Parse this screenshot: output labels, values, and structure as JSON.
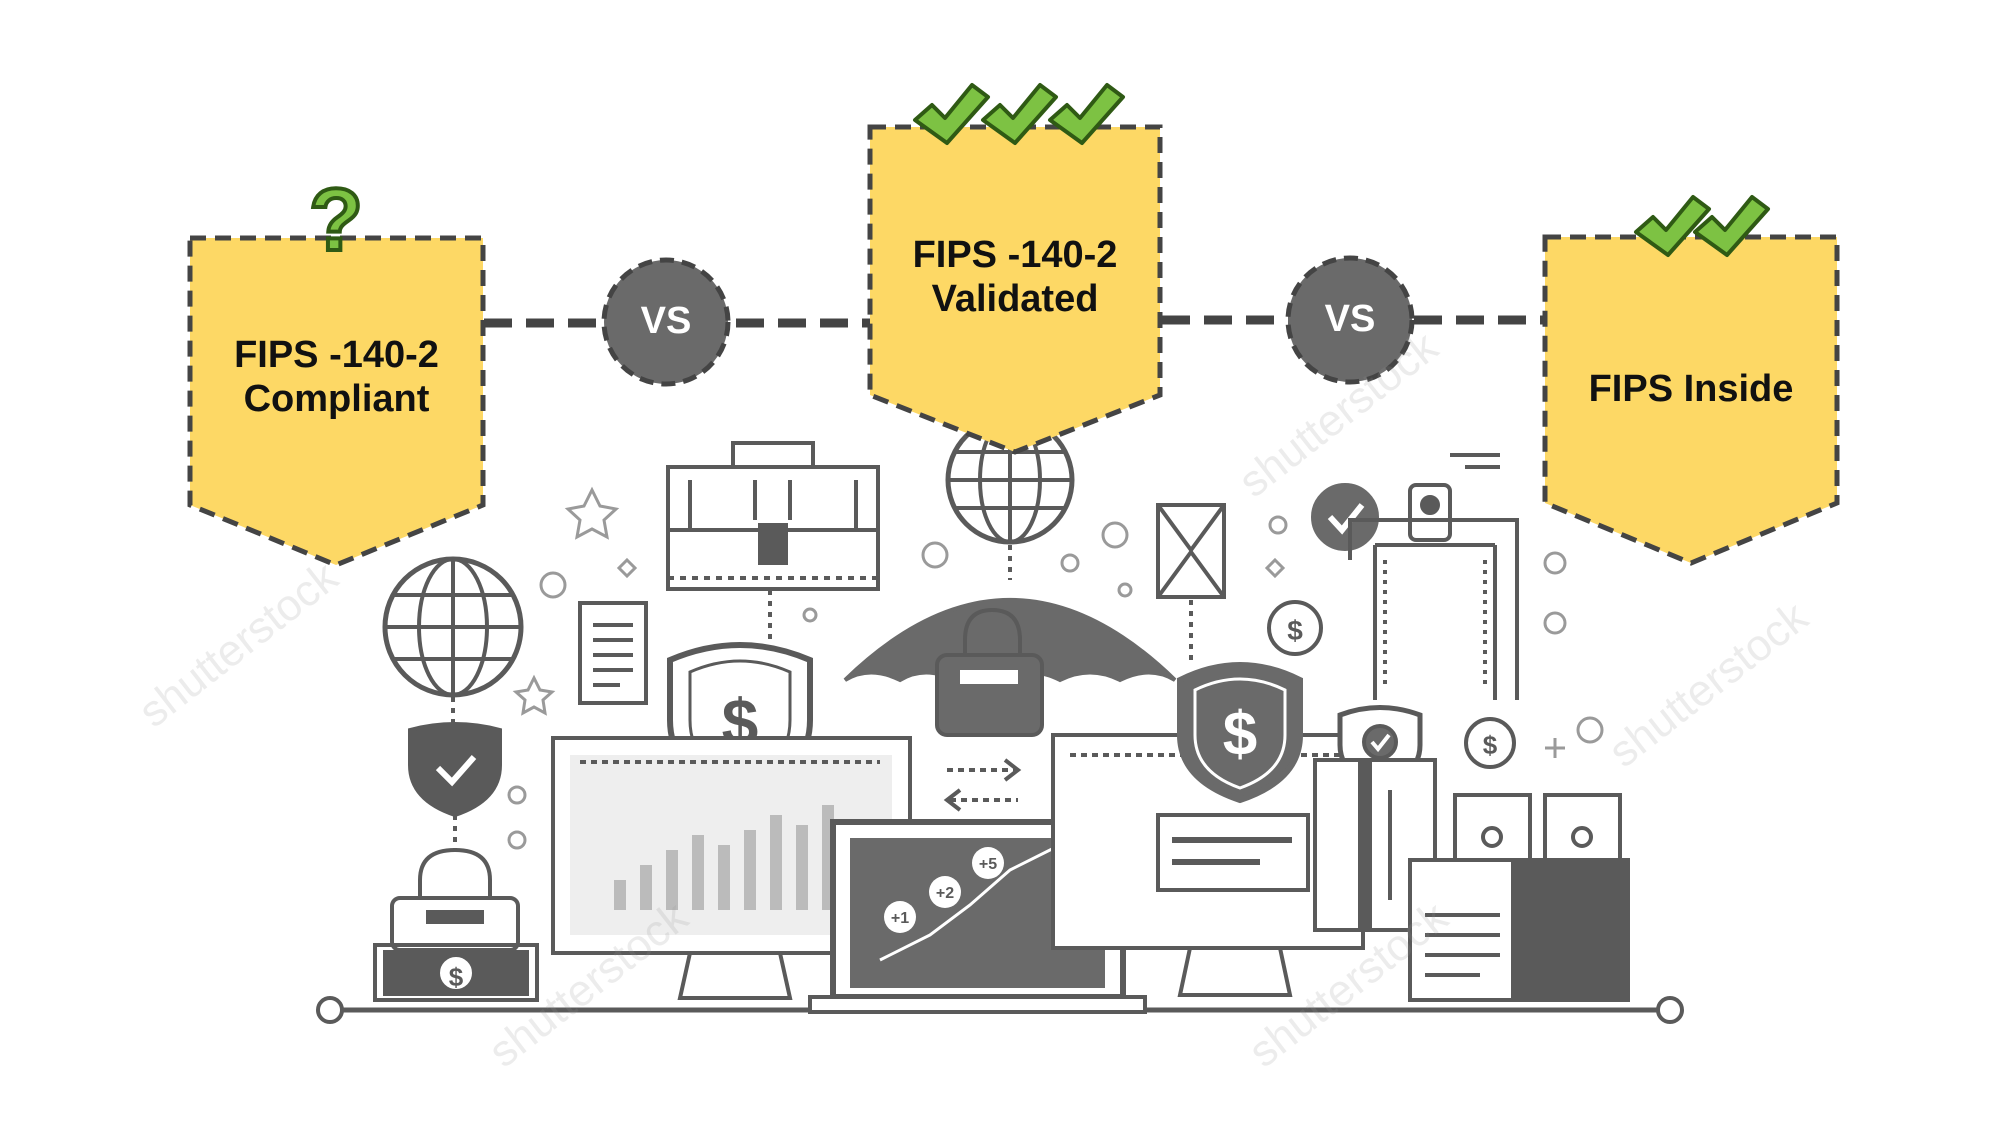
{
  "labels": {
    "left_line1": "FIPS -140-2",
    "left_line2": "Compliant",
    "center_line1": "FIPS -140-2",
    "center_line2": "Validated",
    "right_line1": "FIPS Inside",
    "vs_left": "VS",
    "vs_right": "VS",
    "question_mark": "?"
  },
  "icons": {
    "money_symbol": "$",
    "badge_plus1": "+1",
    "badge_plus2": "+2",
    "badge_plus5": "+5"
  },
  "watermark": "shutterstock",
  "colors": {
    "panel_fill": "#FDD865",
    "panel_dash": "#444444",
    "circle_fill": "#6A6A6A",
    "check_green": "#7DC243",
    "icon_gray": "#5A5A5A",
    "line_gray": "#888888",
    "text_dark": "#111111"
  }
}
